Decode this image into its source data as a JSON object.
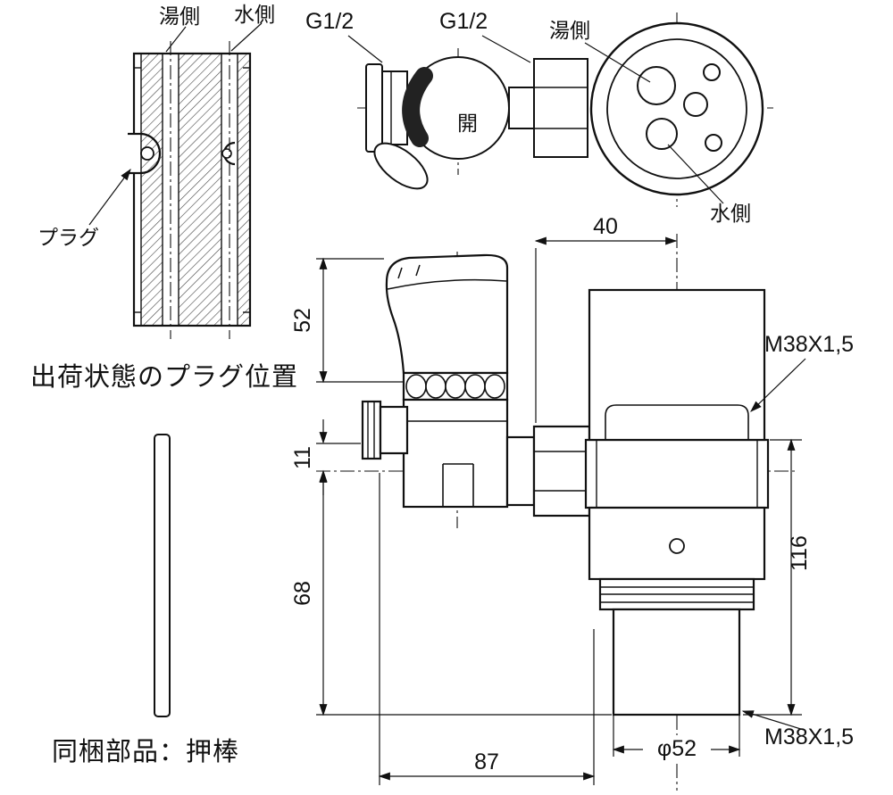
{
  "page": {
    "background": "#ffffff",
    "line_color": "#111111"
  },
  "section_view": {
    "label_hot": "湯側",
    "label_cold": "水側",
    "label_plug": "プラグ",
    "caption": "出荷状態のプラグ位置"
  },
  "push_rod": {
    "caption": "同梱部品：押棒"
  },
  "top_view": {
    "g12_left": "G1/2",
    "g12_right": "G1/2",
    "label_hot": "湯側",
    "label_cold": "水側",
    "valve_open": "開"
  },
  "front_view": {
    "dims": {
      "width_40": "40",
      "height_52": "52",
      "height_11": "11",
      "height_68": "68",
      "height_116": "116",
      "width_87": "87",
      "dia_52": "φ52",
      "thread_top": "M38X1,5",
      "thread_bottom": "M38X1,5"
    }
  }
}
